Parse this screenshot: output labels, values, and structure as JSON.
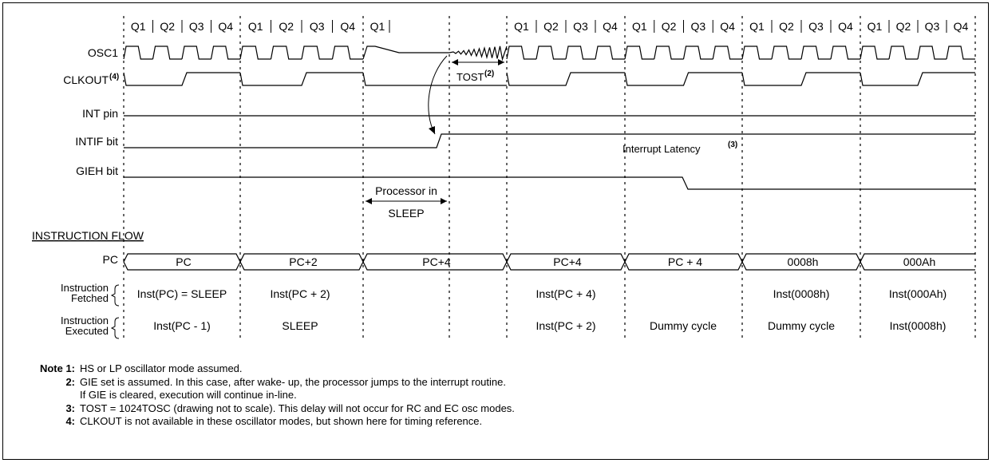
{
  "quarter_labels": [
    "Q1",
    "Q2",
    "Q3",
    "Q4"
  ],
  "sleep_cycle_label": "Q1",
  "signals": {
    "osc1": "OSC1",
    "clkout": "CLKOUT",
    "clkout_note": "(4)",
    "int_pin": "INT pin",
    "intif_bit": "INTIF bit",
    "gieh_bit": "GIEH bit"
  },
  "tost": {
    "label": "TOST",
    "note": "(2)"
  },
  "interrupt_latency": {
    "label": "Interrupt Latency",
    "note": "(3)"
  },
  "sleep_box": {
    "line1": "Processor in",
    "line2": "SLEEP"
  },
  "instruction_flow": {
    "heading": "INSTRUCTION FLOW",
    "pc_label": "PC",
    "pc_values": [
      "PC",
      "PC+2",
      "PC+4",
      "PC+4",
      "PC + 4",
      "0008h",
      "000Ah"
    ],
    "fetched_label": [
      "Instruction",
      "Fetched"
    ],
    "fetched": [
      "Inst(PC) = SLEEP",
      "Inst(PC + 2)",
      "",
      "Inst(PC + 4)",
      "",
      "Inst(0008h)",
      "Inst(000Ah)"
    ],
    "executed_label": [
      "Instruction",
      "Executed"
    ],
    "executed": [
      "Inst(PC - 1)",
      "SLEEP",
      "",
      "Inst(PC + 2)",
      "Dummy cycle",
      "Dummy cycle",
      "Inst(0008h)"
    ]
  },
  "notes": {
    "heading": "Note 1:",
    "items": [
      {
        "num": "Note 1:",
        "text": "HS or LP oscillator mode assumed."
      },
      {
        "num": "2:",
        "text": "GIE set is assumed. In this case, after wake- up, the processor jumps to the interrupt routine."
      },
      {
        "num": "",
        "text": "If GIE is cleared, execution will continue in-line."
      },
      {
        "num": "3:",
        "text": "TOST = 1024TOSC (drawing not to scale). This delay will not occur for RC and EC osc modes."
      },
      {
        "num": "4:",
        "text": "CLKOUT is not available in these oscillator modes, but shown here for timing reference."
      }
    ]
  }
}
